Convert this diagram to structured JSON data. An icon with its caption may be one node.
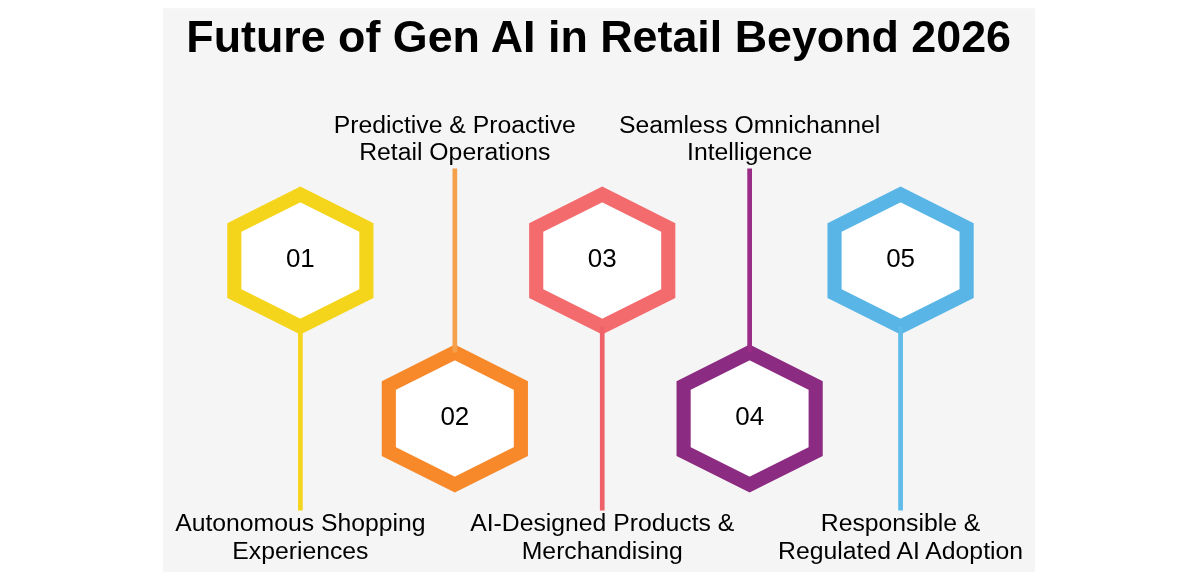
{
  "diagram": {
    "title": "Future of Gen AI in Retail Beyond 2026",
    "nodes": [
      {
        "text": [
          "01"
        ]
      },
      {
        "text": [
          "Autonomous Shopping Experiences"
        ]
      },
      {
        "text": [
          "02"
        ]
      },
      {
        "text": [
          "Predictive & Proactive Retail Operations"
        ]
      },
      {
        "text": [
          "03"
        ]
      },
      {
        "text": [
          "AI-Designed Products & Merchandising"
        ]
      },
      {
        "text": [
          "04"
        ]
      },
      {
        "text": [
          "Seamless Omnichannel Intelligence"
        ]
      },
      {
        "text": [
          "05"
        ]
      },
      {
        "text": [
          "Responsible & Regulated AI Adoption"
        ]
      }
    ],
    "edges": [
      {
        "from": 0,
        "to": 1,
        "arrow": "none",
        "color": "#f5d51c"
      },
      {
        "from": 3,
        "to": 2,
        "arrow": "none",
        "color": "#f5a04a"
      },
      {
        "from": 4,
        "to": 5,
        "arrow": "none",
        "color": "#f0626a"
      },
      {
        "from": 7,
        "to": 6,
        "arrow": "none",
        "color": "#9a2b86"
      },
      {
        "from": 8,
        "to": 9,
        "arrow": "none",
        "color": "#5fbbe8"
      }
    ]
  }
}
